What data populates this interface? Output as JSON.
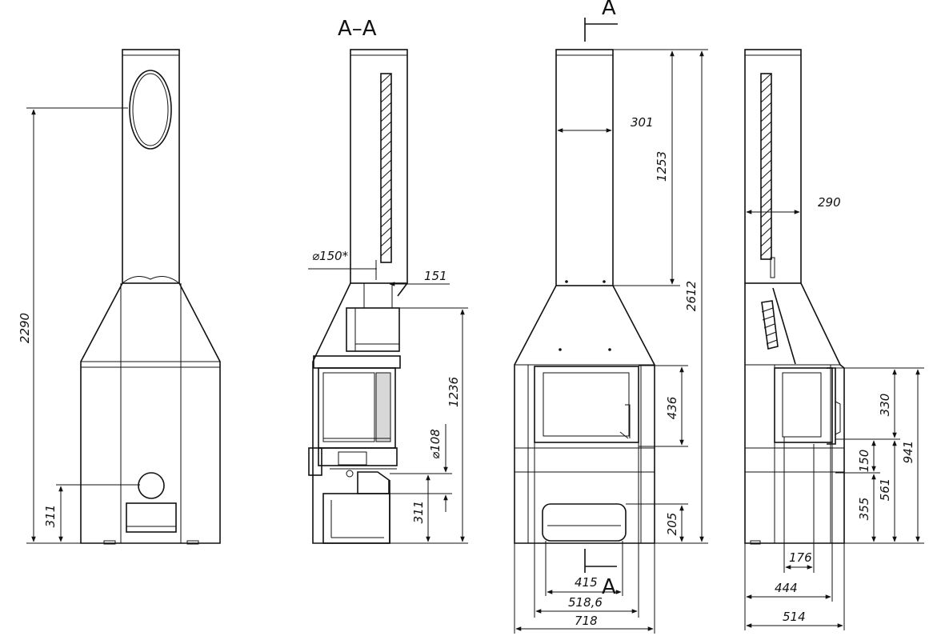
{
  "section_label": "A–A",
  "cut_marks": [
    "A",
    "A"
  ],
  "labels": {
    "front": {
      "h_total": "2290",
      "h_hole": "311"
    },
    "section": {
      "d_pipe": "⌀150*",
      "w_flue": "151",
      "h_box": "1236",
      "d_air": "⌀108",
      "h_air": "311"
    },
    "elevation": {
      "w_top": "301",
      "h_top": "1253",
      "h_total": "2612",
      "h_window": "436",
      "h_ash": "205",
      "w_opening": "415",
      "w_inner": "518,6",
      "w_total": "718"
    },
    "side": {
      "w_top": "290",
      "h_door": "330",
      "h_150": "150",
      "h_561": "561",
      "h_355": "355",
      "h_941": "941",
      "w_176": "176",
      "w_444": "444",
      "w_514": "514"
    }
  }
}
